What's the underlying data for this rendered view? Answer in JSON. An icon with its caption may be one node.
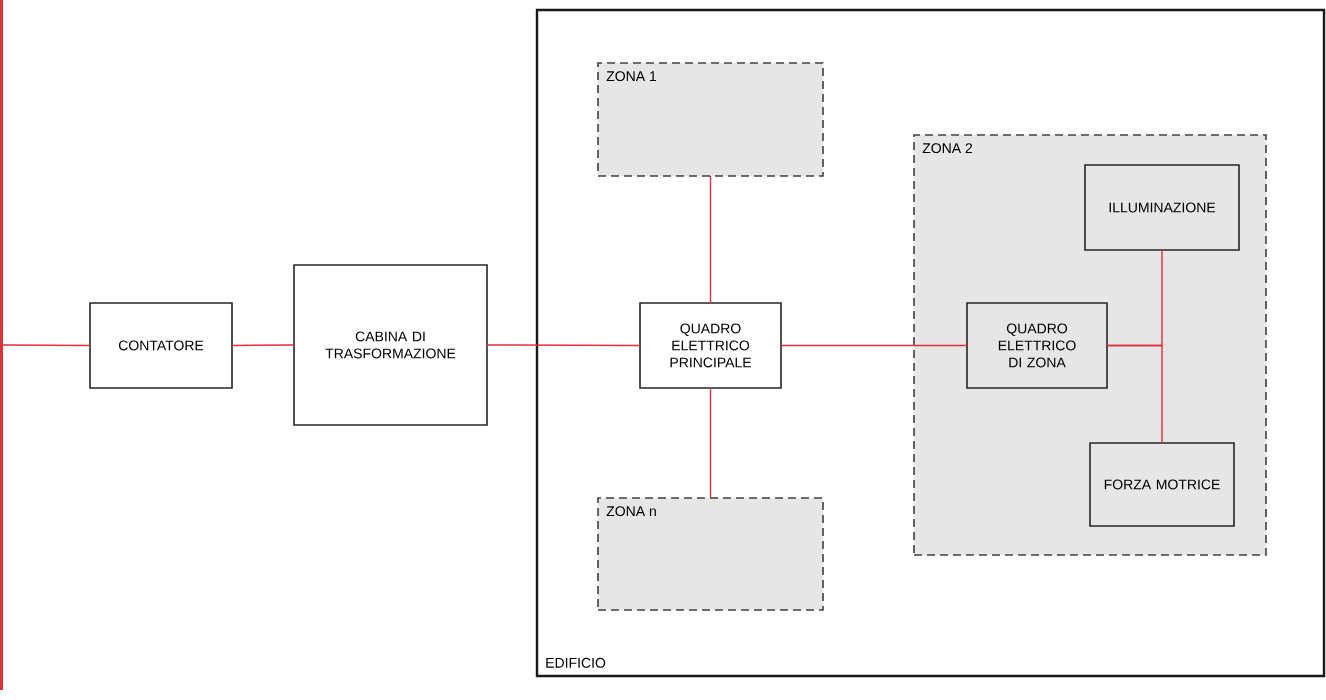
{
  "diagram": {
    "nodes": [
      {
        "text": [],
        "shape": "bar"
      },
      {
        "text": [
          "CONTATORE"
        ]
      },
      {
        "text": [
          "CABINA DI TRASFORMAZIONE"
        ]
      },
      {
        "text": [
          "EDIFICIO"
        ]
      },
      {
        "text": [
          "ZONA 1"
        ],
        "in": 3
      },
      {
        "text": [
          "QUADRO ELETTRICO PRINCIPALE"
        ],
        "in": 3
      },
      {
        "text": [
          "ZONA n"
        ],
        "in": 3
      },
      {
        "text": [
          "ZONA 2"
        ],
        "in": 3
      },
      {
        "text": [
          "ILLUMINAZIONE"
        ],
        "in": 7
      },
      {
        "text": [
          "QUADRO ELETTRICO DI ZONA"
        ],
        "in": 7
      },
      {
        "text": [
          "FORZA MOTRICE"
        ],
        "in": 7
      }
    ],
    "edges": [
      {
        "from": 0,
        "to": 1,
        "arrow": "none"
      },
      {
        "from": 1,
        "to": 2,
        "arrow": "none"
      },
      {
        "from": 2,
        "to": 5,
        "arrow": "none"
      },
      {
        "from": 5,
        "to": 4,
        "arrow": "none"
      },
      {
        "from": 5,
        "to": 6,
        "arrow": "none"
      },
      {
        "from": 5,
        "to": 9,
        "arrow": "none"
      },
      {
        "from": 9,
        "to": 8,
        "arrow": "none"
      },
      {
        "from": 9,
        "to": 10,
        "arrow": "none"
      }
    ]
  }
}
